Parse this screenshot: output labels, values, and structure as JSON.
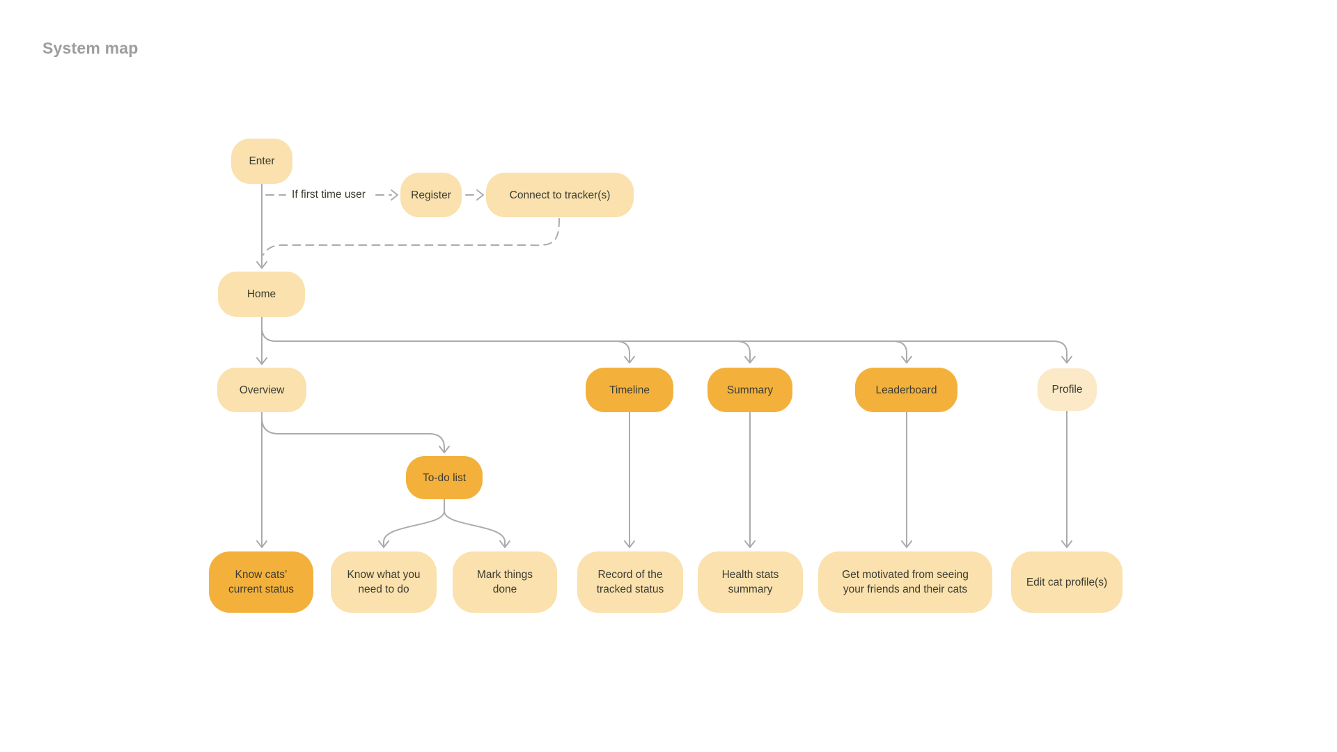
{
  "title": "System map",
  "colors": {
    "node_light": "#FAE1AD",
    "node_pale": "#FBE9C7",
    "node_orange": "#F3B13C",
    "line": "#ABABAB",
    "text": "#3B3B33",
    "title_text": "#9D9D9D",
    "background": "#FFFFFF"
  },
  "edge_labels": {
    "first_time": "If first time user"
  },
  "nodes": {
    "enter": {
      "label": "Enter"
    },
    "register": {
      "label": "Register"
    },
    "connect_tracker": {
      "label": "Connect to tracker(s)"
    },
    "home": {
      "label": "Home"
    },
    "overview": {
      "label": "Overview"
    },
    "timeline": {
      "label": "Timeline"
    },
    "summary": {
      "label": "Summary"
    },
    "leaderboard": {
      "label": "Leaderboard"
    },
    "profile": {
      "label": "Profile"
    },
    "todo_list": {
      "label": "To-do list"
    },
    "know_cats_status": {
      "label": "Know cats’ current status"
    },
    "know_what_to_do": {
      "label": "Know what you need to do"
    },
    "mark_things_done": {
      "label": "Mark things done"
    },
    "record_tracked": {
      "label": "Record of the tracked status"
    },
    "health_summary": {
      "label": "Health stats summary"
    },
    "get_motivated": {
      "label": "Get motivated from seeing your friends and their cats"
    },
    "edit_profile": {
      "label": "Edit cat profile(s)"
    }
  }
}
